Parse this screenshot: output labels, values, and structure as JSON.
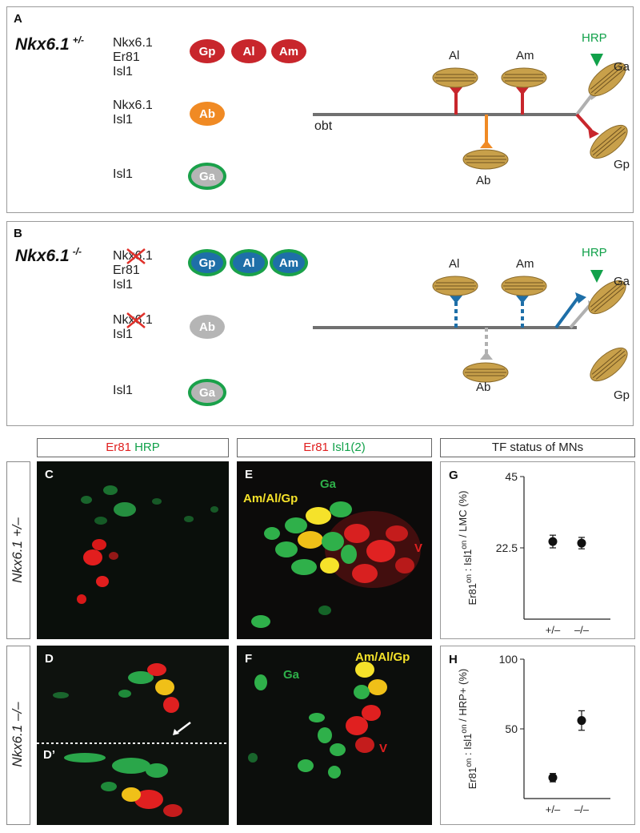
{
  "panelA": {
    "letter": "A",
    "genotype": "Nkx6.1",
    "genotype_sup": "+/-",
    "rows": [
      {
        "tfs": [
          "Nkx6.1",
          "Er81",
          "Isl1"
        ],
        "pools": [
          "Gp",
          "Al",
          "Am"
        ]
      },
      {
        "tfs": [
          "Nkx6.1",
          "Isl1"
        ],
        "pools": [
          "Ab"
        ]
      },
      {
        "tfs": [
          "Isl1"
        ],
        "pools": [
          "Ga"
        ]
      }
    ],
    "schematic": {
      "nerve": "obt",
      "muscles": [
        "Al",
        "Am",
        "Ab",
        "Ga",
        "Gp"
      ],
      "tracer": "HRP"
    }
  },
  "panelB": {
    "letter": "B",
    "genotype": "Nkx6.1",
    "genotype_sup": "-/-",
    "rows": [
      {
        "tfs": [
          "Nkx6.1",
          "Er81",
          "Isl1"
        ],
        "pools": [
          "Gp",
          "Al",
          "Am"
        ]
      },
      {
        "tfs": [
          "Nkx6.1",
          "Isl1"
        ],
        "pools": [
          "Ab"
        ]
      },
      {
        "tfs": [
          "Isl1"
        ],
        "pools": [
          "Ga"
        ]
      }
    ],
    "schematic": {
      "muscles": [
        "Al",
        "Am",
        "Ab",
        "Ga",
        "Gp"
      ],
      "tracer": "HRP"
    }
  },
  "headers": {
    "cd_red": "Er81",
    "cd_green": "HRP",
    "ef_red": "Er81",
    "ef_green": "Isl1(2)",
    "gh": "TF status of MNs"
  },
  "row_labels": {
    "top": "Nkx6.1 +/–",
    "bottom": "Nkx6.1 –/–"
  },
  "micrographs": {
    "C": {
      "letter": "C"
    },
    "D": {
      "letter": "D",
      "letter2": "D’"
    },
    "E": {
      "letter": "E",
      "labels": [
        "Ga",
        "Am/Al/Gp",
        "V"
      ]
    },
    "F": {
      "letter": "F",
      "labels": [
        "Ga",
        "Am/Al/Gp",
        "V"
      ]
    }
  },
  "colors": {
    "red_pool": "#c8262c",
    "blue_pool": "#1e6fa8",
    "orange_pool": "#f08a24",
    "grey_pool": "#b5b5b5",
    "green_ring": "#1aa14a",
    "hrp_green": "#11a14a",
    "muscle": "#c8a04a",
    "er81_red": "#e02020",
    "isl1_green": "#1f9d3a"
  },
  "chart_data": [
    {
      "type": "scatter",
      "letter": "G",
      "ylabel_main": "Er81",
      "ylabel_sup1": "on",
      "ylabel_mid": ": Isl1",
      "ylabel_sup2": "on",
      "ylabel_end": "/ LMC (%)",
      "categories": [
        "+/–",
        "–/–"
      ],
      "values": [
        24.5,
        24
      ],
      "errors": [
        2,
        1.8
      ],
      "yticks": [
        "22.5",
        "45"
      ],
      "ylim": [
        0,
        45
      ]
    },
    {
      "type": "scatter",
      "letter": "H",
      "ylabel_main": "Er81",
      "ylabel_sup1": "on",
      "ylabel_mid": ": Isl1",
      "ylabel_sup2": "on",
      "ylabel_end": "/ HRP+ (%)",
      "categories": [
        "+/–",
        "–/–"
      ],
      "values": [
        15,
        56
      ],
      "errors": [
        3,
        7
      ],
      "yticks": [
        "50",
        "100"
      ],
      "ylim": [
        0,
        100
      ]
    }
  ]
}
